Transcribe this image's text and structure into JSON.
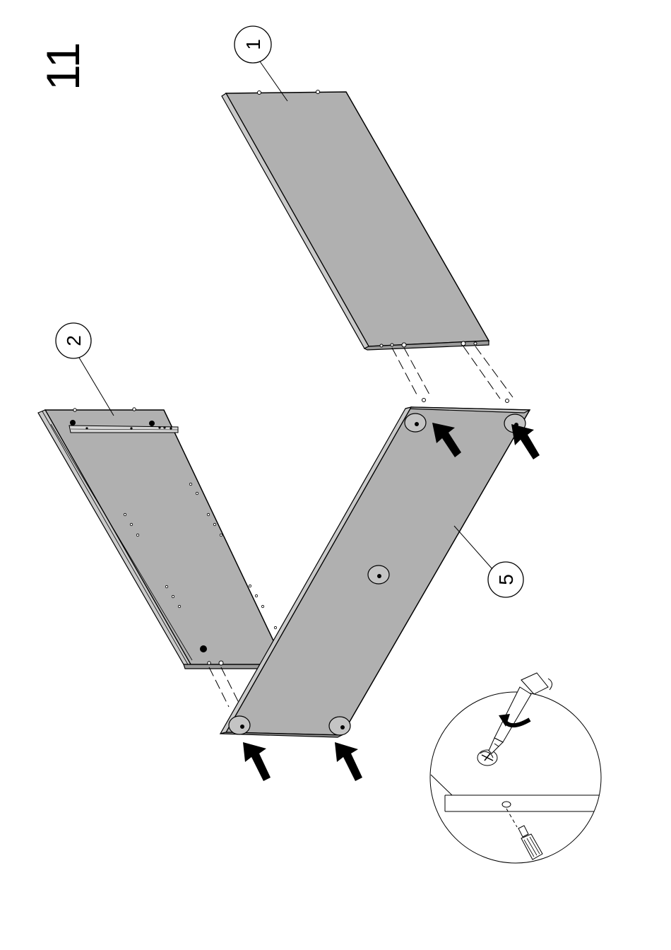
{
  "step": {
    "number": "11"
  },
  "parts": [
    {
      "id": "part-1",
      "label": "1"
    },
    {
      "id": "part-2",
      "label": "2"
    },
    {
      "id": "part-5",
      "label": "5"
    }
  ],
  "colors": {
    "panel_face": "#b0b0b0",
    "panel_edge": "#c9c9c9",
    "panel_edge_dark": "#8f8f8f",
    "line": "#000000",
    "background": "#ffffff"
  },
  "icons": [
    "push-arrow-icon",
    "screwdriver-icon",
    "rotate-arrow-icon",
    "cam-lock-icon",
    "dowel-icon"
  ]
}
